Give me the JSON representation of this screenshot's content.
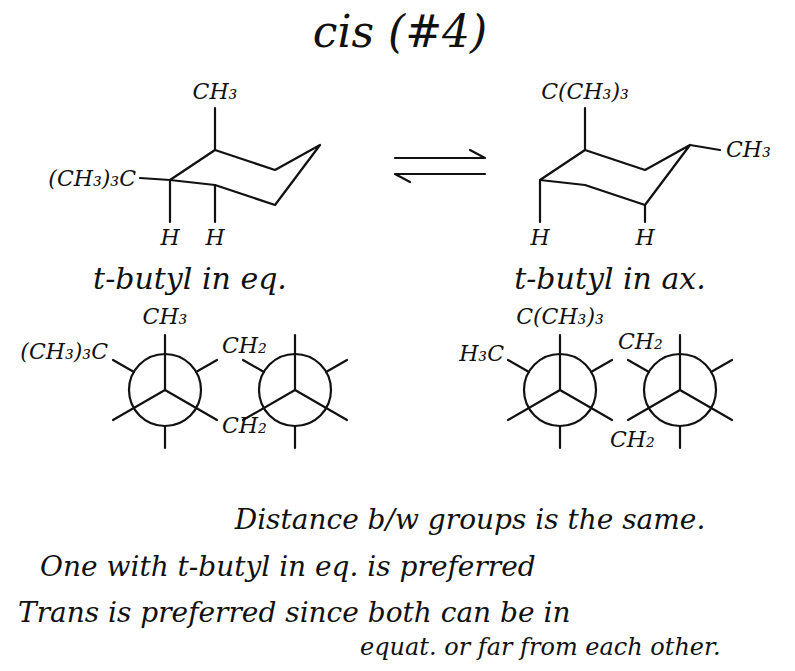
{
  "diagram": {
    "title": "cis (#4)",
    "labels": [
      "(CH₃)₃C",
      "CH₃",
      "H",
      "H",
      "t-butyl in eq.",
      "C(CH₃)₃",
      "CH₃",
      "H",
      "H",
      "t-butyl in ax.",
      "CH₃",
      "CH₂",
      "(CH₃)₃C",
      "CH₂",
      "H₃C",
      "C(CH₃)₃",
      "CH₂",
      "CH₂",
      "Distance b/w groups is the same.",
      "One with t-butyl in eq. is preferred",
      "Trans is preferred since both can be in",
      "equat. or far from each other."
    ]
  }
}
